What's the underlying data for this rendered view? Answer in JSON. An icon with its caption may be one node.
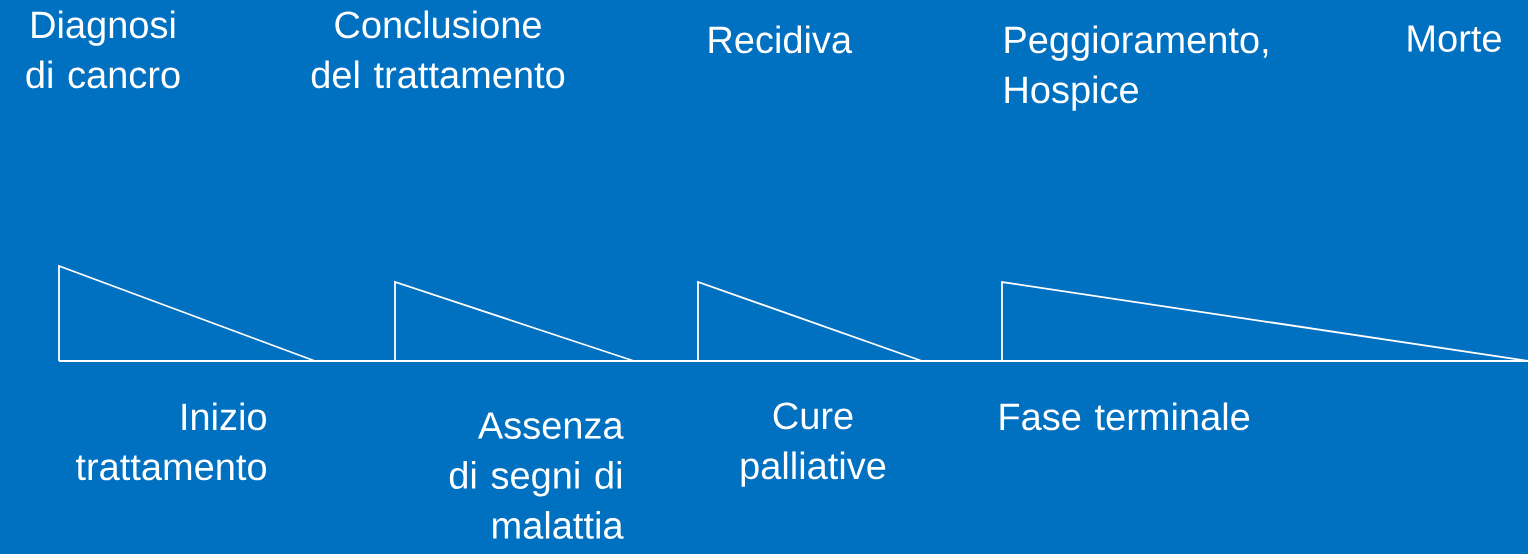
{
  "diagram": {
    "labels": [
      "Diagnosi di cancro",
      "Conclusione del trattamento",
      "Recidiva",
      "Peggioramento, Hospice",
      "Morte",
      "Inizio trattamento",
      "Assenza di segni di malattia",
      "Cure palliative",
      "Fase terminale"
    ]
  }
}
